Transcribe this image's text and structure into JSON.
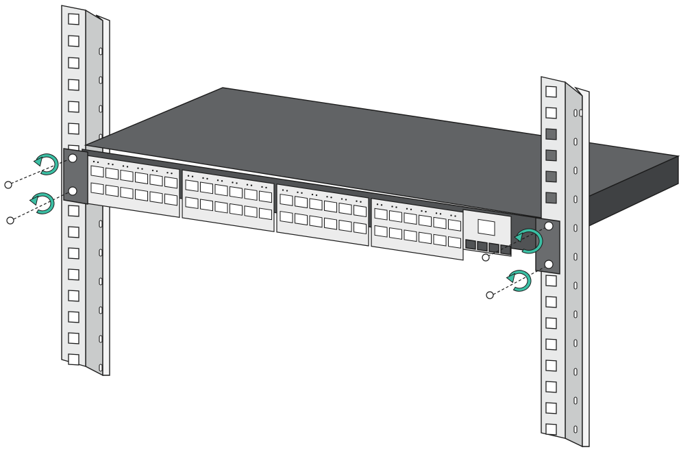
{
  "figure": {
    "subject": "switch-rack-mount-diagram",
    "colors": {
      "rotation_arrow": "#3bbfa4",
      "chassis_front": "#515355",
      "chassis_top": "#616365",
      "rack_post": "#e9eaea"
    },
    "port_groups": 4,
    "ports_per_group": 12,
    "screws": 4
  }
}
